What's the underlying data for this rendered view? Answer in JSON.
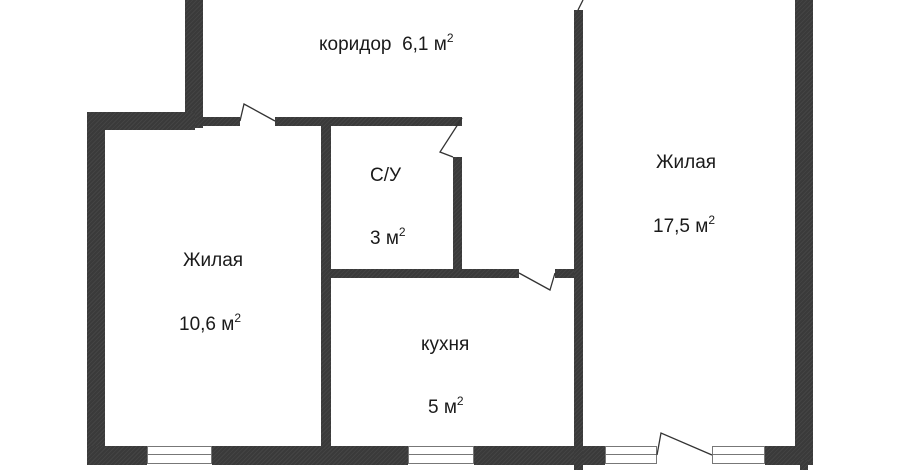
{
  "plan": {
    "colors": {
      "wall": "#3a3a3a",
      "background": "#ffffff",
      "text": "#1a1a1a"
    },
    "rooms": [
      {
        "id": "corridor",
        "name": "коридор",
        "area": "6,1 м",
        "unit_sup": "2"
      },
      {
        "id": "bathroom",
        "name": "С/У",
        "area": "3 м",
        "unit_sup": "2"
      },
      {
        "id": "living-left",
        "name": "Жилая",
        "area": "10,6 м",
        "unit_sup": "2"
      },
      {
        "id": "kitchen",
        "name": "кухня",
        "area": "5 м",
        "unit_sup": "2"
      },
      {
        "id": "living-right",
        "name": "Жилая",
        "area": "17,5 м",
        "unit_sup": "2"
      }
    ]
  }
}
